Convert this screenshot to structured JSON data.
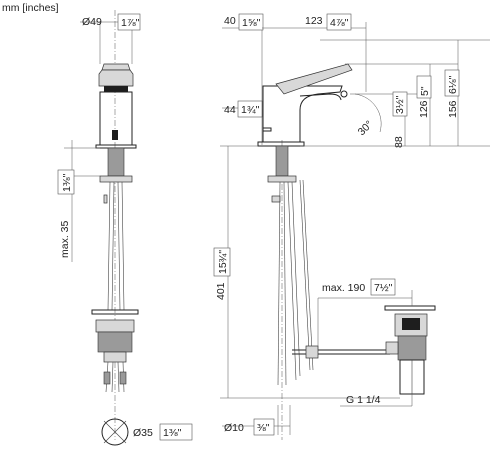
{
  "units_label": "mm [inches]",
  "dimensions": {
    "d49": {
      "mm": "Ø49",
      "inch": "1⅞\""
    },
    "d40": {
      "mm": "40",
      "inch": "1⅝\""
    },
    "d123": {
      "mm": "123",
      "inch": "4⅞\""
    },
    "d44": {
      "mm": "44",
      "inch": "1¾\""
    },
    "d88": {
      "mm": "88",
      "inch": "3½\""
    },
    "d126": {
      "mm": "126",
      "inch": "5\""
    },
    "d156": {
      "mm": "156",
      "inch": "6⅛\""
    },
    "d30": {
      "text": "30°"
    },
    "max35": {
      "mm": "max. 35",
      "inch": "1⅜\""
    },
    "d401": {
      "mm": "401",
      "inch": "15¾\""
    },
    "max190": {
      "mm": "max. 190",
      "inch": "7½\""
    },
    "g114": {
      "text": "G 1 1/4"
    },
    "d10": {
      "mm": "Ø10",
      "inch": "⅜\""
    },
    "d35": {
      "mm": "Ø35",
      "inch": "1⅜\""
    }
  }
}
